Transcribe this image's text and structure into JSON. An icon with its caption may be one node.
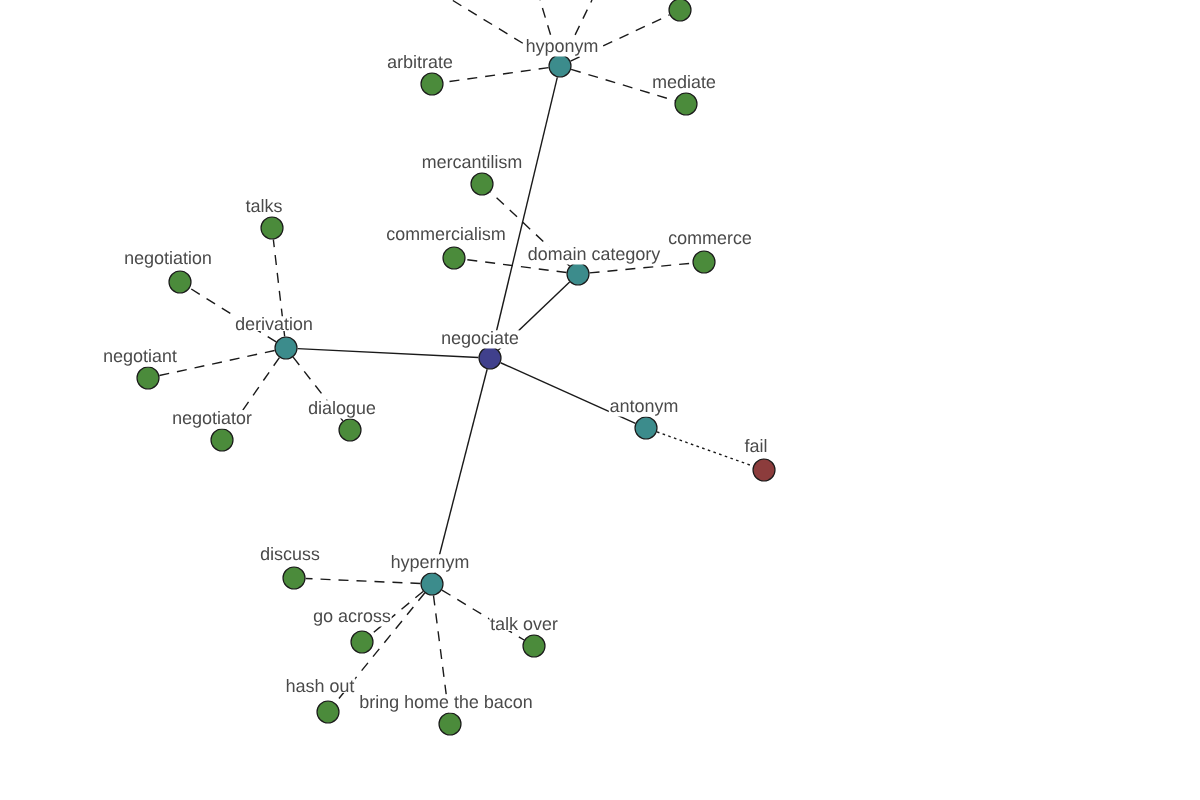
{
  "diagram": {
    "nodes": [
      {
        "text": [],
        "shape": "circle"
      },
      {
        "text": [
          "hyponym"
        ]
      },
      {
        "text": [
          "arbitrate"
        ]
      },
      {
        "text": [
          "mediate"
        ]
      },
      {
        "text": [
          "mercantilism"
        ]
      },
      {
        "text": [
          "talks"
        ]
      },
      {
        "text": [
          "commercialism"
        ]
      },
      {
        "text": [
          "domain category"
        ]
      },
      {
        "text": [
          "commerce"
        ]
      },
      {
        "text": [
          "negotiation"
        ]
      },
      {
        "text": [
          "derivation"
        ]
      },
      {
        "text": [
          "negociate"
        ]
      },
      {
        "text": [
          "negotiant"
        ]
      },
      {
        "text": [
          "antonym"
        ]
      },
      {
        "text": [
          "dialogue"
        ]
      },
      {
        "text": [
          "negotiator"
        ]
      },
      {
        "text": [
          "fail"
        ]
      },
      {
        "text": [
          "discuss"
        ]
      },
      {
        "text": [
          "hypernym"
        ]
      },
      {
        "text": [
          "go across"
        ]
      },
      {
        "text": [
          "talk over"
        ]
      },
      {
        "text": [
          "hash out"
        ]
      },
      {
        "text": [
          "bring home the bacon"
        ]
      }
    ],
    "edges": [
      {
        "from": 11,
        "to": 1,
        "arrow": "none"
      },
      {
        "from": 11,
        "to": 7,
        "arrow": "none"
      },
      {
        "from": 11,
        "to": 10,
        "arrow": "none"
      },
      {
        "from": 11,
        "to": 13,
        "arrow": "none"
      },
      {
        "from": 11,
        "to": 18,
        "arrow": "none"
      },
      {
        "from": 1,
        "to": 0,
        "arrow": "none",
        "style": "dashed"
      },
      {
        "from": 1,
        "to": 2,
        "arrow": "none",
        "style": "dashed"
      },
      {
        "from": 1,
        "to": 3,
        "arrow": "none",
        "style": "dashed"
      },
      {
        "from": 1,
        "to": null,
        "arrow": "none",
        "style": "dashed"
      },
      {
        "from": 1,
        "to": null,
        "arrow": "none",
        "style": "dashed"
      },
      {
        "from": 1,
        "to": null,
        "arrow": "none",
        "style": "dashed"
      },
      {
        "from": 7,
        "to": 4,
        "arrow": "none",
        "style": "dashed"
      },
      {
        "from": 7,
        "to": 6,
        "arrow": "none",
        "style": "dashed"
      },
      {
        "from": 7,
        "to": 8,
        "arrow": "none",
        "style": "dashed"
      },
      {
        "from": 10,
        "to": 5,
        "arrow": "none",
        "style": "dashed"
      },
      {
        "from": 10,
        "to": 9,
        "arrow": "none",
        "style": "dashed"
      },
      {
        "from": 10,
        "to": 12,
        "arrow": "none",
        "style": "dashed"
      },
      {
        "from": 10,
        "to": 15,
        "arrow": "none",
        "style": "dashed"
      },
      {
        "from": 10,
        "to": 14,
        "arrow": "none",
        "style": "dashed"
      },
      {
        "from": 13,
        "to": 16,
        "arrow": "none",
        "style": "dashed"
      },
      {
        "from": 18,
        "to": 17,
        "arrow": "none",
        "style": "dashed"
      },
      {
        "from": 18,
        "to": 19,
        "arrow": "none",
        "style": "dashed"
      },
      {
        "from": 18,
        "to": 20,
        "arrow": "none",
        "style": "dashed"
      },
      {
        "from": 18,
        "to": 21,
        "arrow": "none",
        "style": "dashed"
      },
      {
        "from": 18,
        "to": 22,
        "arrow": "none",
        "style": "dashed"
      }
    ]
  }
}
